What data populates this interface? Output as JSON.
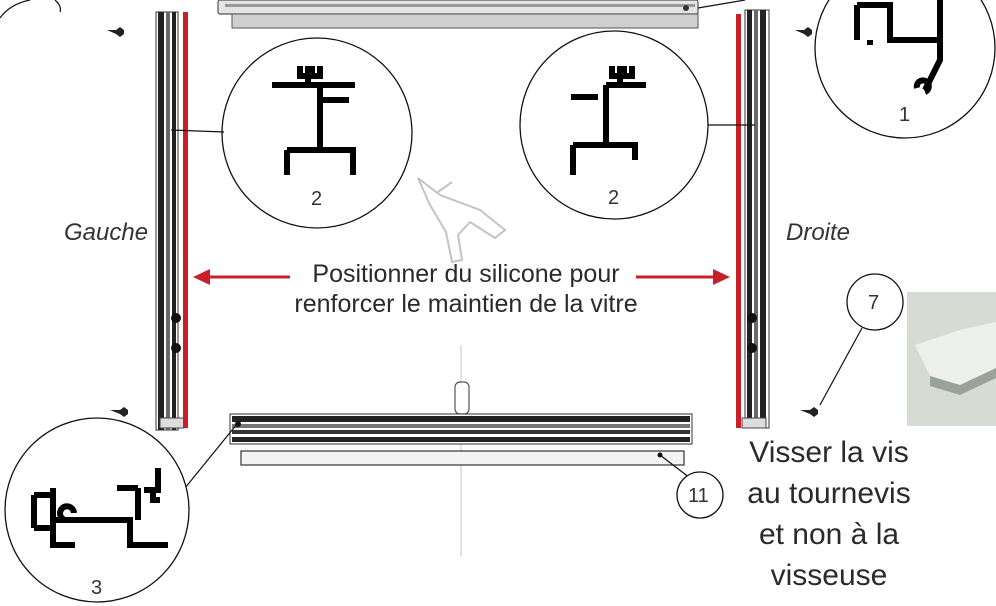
{
  "labels": {
    "left_side": "Gauche",
    "right_side": "Droite",
    "silicone_note_line1": "Positionner du silicone pour",
    "silicone_note_line2": "renforcer le maintien de la vitre",
    "screw_note": [
      "Visser la vis",
      "au tournevis",
      "et non à la",
      "visseuse"
    ]
  },
  "callouts": {
    "profile_1": "1",
    "profile_2_left": "2",
    "profile_2_right": "2",
    "profile_3": "3",
    "screw_7": "7",
    "part_11": "11"
  },
  "colors": {
    "silicone_line": "#c8202a",
    "arrow": "#c8202a",
    "profile": "#000000"
  },
  "icons": [
    "silicone-gun-icon",
    "screw-icon",
    "arrow-left-icon",
    "arrow-right-icon"
  ]
}
